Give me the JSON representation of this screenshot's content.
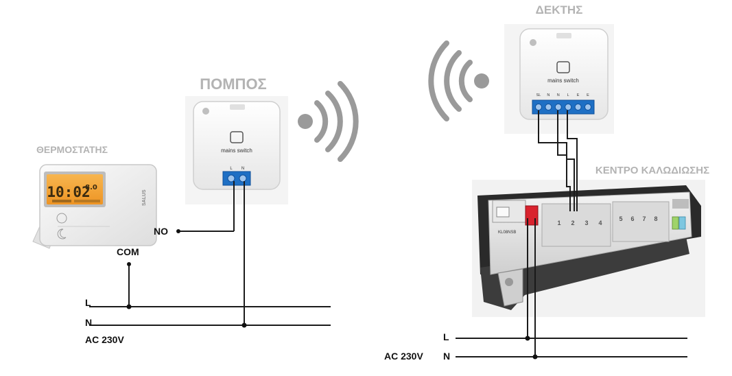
{
  "labels": {
    "thermostat": "ΘΕΡΜΟΣΤΑΤΗΣ",
    "transmitter": "ΠΟΜΠΟΣ",
    "receiver": "ΔΕΚΤΗΣ",
    "wiring_center": "ΚΕΝΤΡΟ ΚΑΛΩΔΙΩΣΗΣ"
  },
  "left_circuit": {
    "no": "NO",
    "com": "COM",
    "l": "L",
    "n": "N",
    "voltage": "AC 230V"
  },
  "right_circuit": {
    "l": "L",
    "n": "N",
    "voltage": "AC 230V"
  },
  "transmitter_device": {
    "brand": "mains switch",
    "terminals": [
      "L",
      "N"
    ]
  },
  "receiver_device": {
    "brand": "mains switch",
    "terminals": [
      "SL",
      "N",
      "N",
      "L",
      "E",
      "E"
    ]
  },
  "thermostat_device": {
    "time": "10:02",
    "temp": "8.0",
    "brand": "SALUS"
  },
  "wiring_center_device": {
    "zones": [
      "1",
      "2",
      "3",
      "4",
      "5",
      "6",
      "7",
      "8"
    ],
    "model": "KL08NSB"
  },
  "colors": {
    "label_grey": "#b3b3b3",
    "wire": "#1a1a1a",
    "lcd": "#f4a53a",
    "terminal_blue": "#1e6fc4",
    "relay_red": "#d9232e"
  }
}
